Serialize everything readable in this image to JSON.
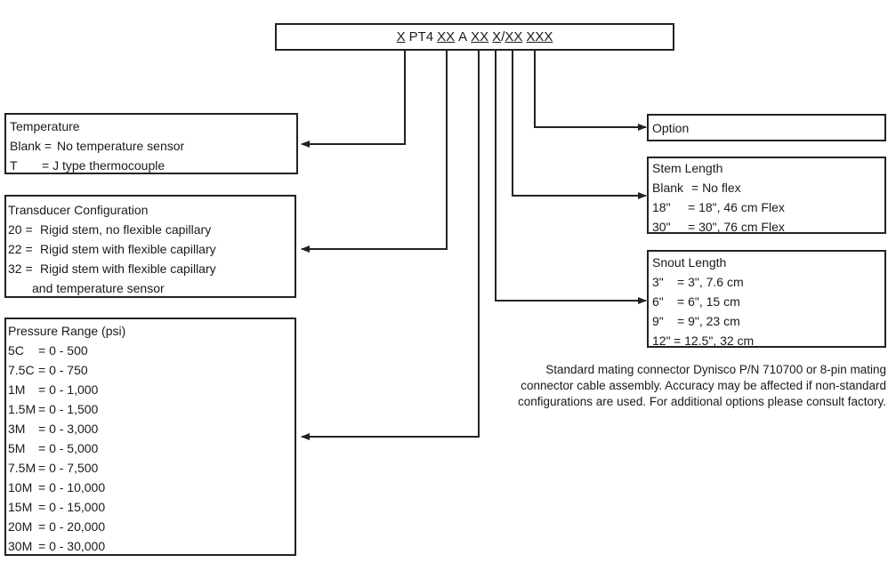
{
  "model_code": {
    "segments": [
      {
        "text": "X",
        "underlined": true
      },
      {
        "text": "PT4",
        "underlined": false
      },
      {
        "text": "XX",
        "underlined": true
      },
      {
        "text": "A",
        "underlined": false
      },
      {
        "text": "XX",
        "underlined": true
      },
      {
        "text": "X",
        "underlined": true
      },
      {
        "text": "/",
        "underlined": false
      },
      {
        "text": "XX",
        "underlined": true
      },
      {
        "text": "XXX",
        "underlined": true
      }
    ]
  },
  "temperature": {
    "title": "Temperature",
    "rows": [
      {
        "code": "Blank =",
        "desc": "No temperature sensor"
      },
      {
        "code": "T",
        "desc": "= J type thermocouple"
      }
    ]
  },
  "transducer": {
    "title": "Transducer Configuration",
    "rows": [
      {
        "code": "20 =",
        "desc": "Rigid stem, no flexible capillary"
      },
      {
        "code": "22 =",
        "desc": "Rigid stem with flexible capillary"
      },
      {
        "code": "32 =",
        "desc": "Rigid stem with flexible capillary"
      },
      {
        "code": "",
        "desc": "and temperature sensor"
      }
    ]
  },
  "pressure": {
    "title": "Pressure Range (psi)",
    "rows": [
      {
        "code": "5C",
        "desc": "= 0 - 500"
      },
      {
        "code": "7.5C",
        "desc": "= 0 - 750"
      },
      {
        "code": "1M",
        "desc": "= 0 - 1,000"
      },
      {
        "code": "1.5M",
        "desc": "= 0 - 1,500"
      },
      {
        "code": "3M",
        "desc": "= 0 - 3,000"
      },
      {
        "code": "5M",
        "desc": "= 0 - 5,000"
      },
      {
        "code": "7.5M",
        "desc": "= 0 - 7,500"
      },
      {
        "code": "10M",
        "desc": "= 0 - 10,000"
      },
      {
        "code": "15M",
        "desc": "= 0 - 15,000"
      },
      {
        "code": "20M",
        "desc": "= 0 - 20,000"
      },
      {
        "code": "30M",
        "desc": "= 0 - 30,000"
      }
    ]
  },
  "option": {
    "title": "Option"
  },
  "stem_length": {
    "title": "Stem Length",
    "rows": [
      {
        "code": "Blank",
        "desc": "= No flex"
      },
      {
        "code": "18\"",
        "desc": "= 18\", 46 cm Flex"
      },
      {
        "code": "30\"",
        "desc": "= 30\", 76 cm Flex"
      }
    ]
  },
  "snout_length": {
    "title": "Snout Length",
    "rows": [
      {
        "code": "3\"",
        "desc": "= 3\", 7.6 cm"
      },
      {
        "code": "6\"",
        "desc": "= 6\", 15 cm"
      },
      {
        "code": "9\"",
        "desc": "= 9\", 23 cm"
      },
      {
        "code": "12\"",
        "desc": "= 12.5\", 32 cm"
      }
    ]
  },
  "note": {
    "lines": [
      "Standard mating connector Dynisco P/N 710700 or 8-pin mating",
      "connector cable assembly. Accuracy may be affected if non-standard",
      "configurations are used. For additional options please consult factory."
    ]
  },
  "colors": {
    "stroke": "#222222",
    "text": "#1a1a1a"
  }
}
